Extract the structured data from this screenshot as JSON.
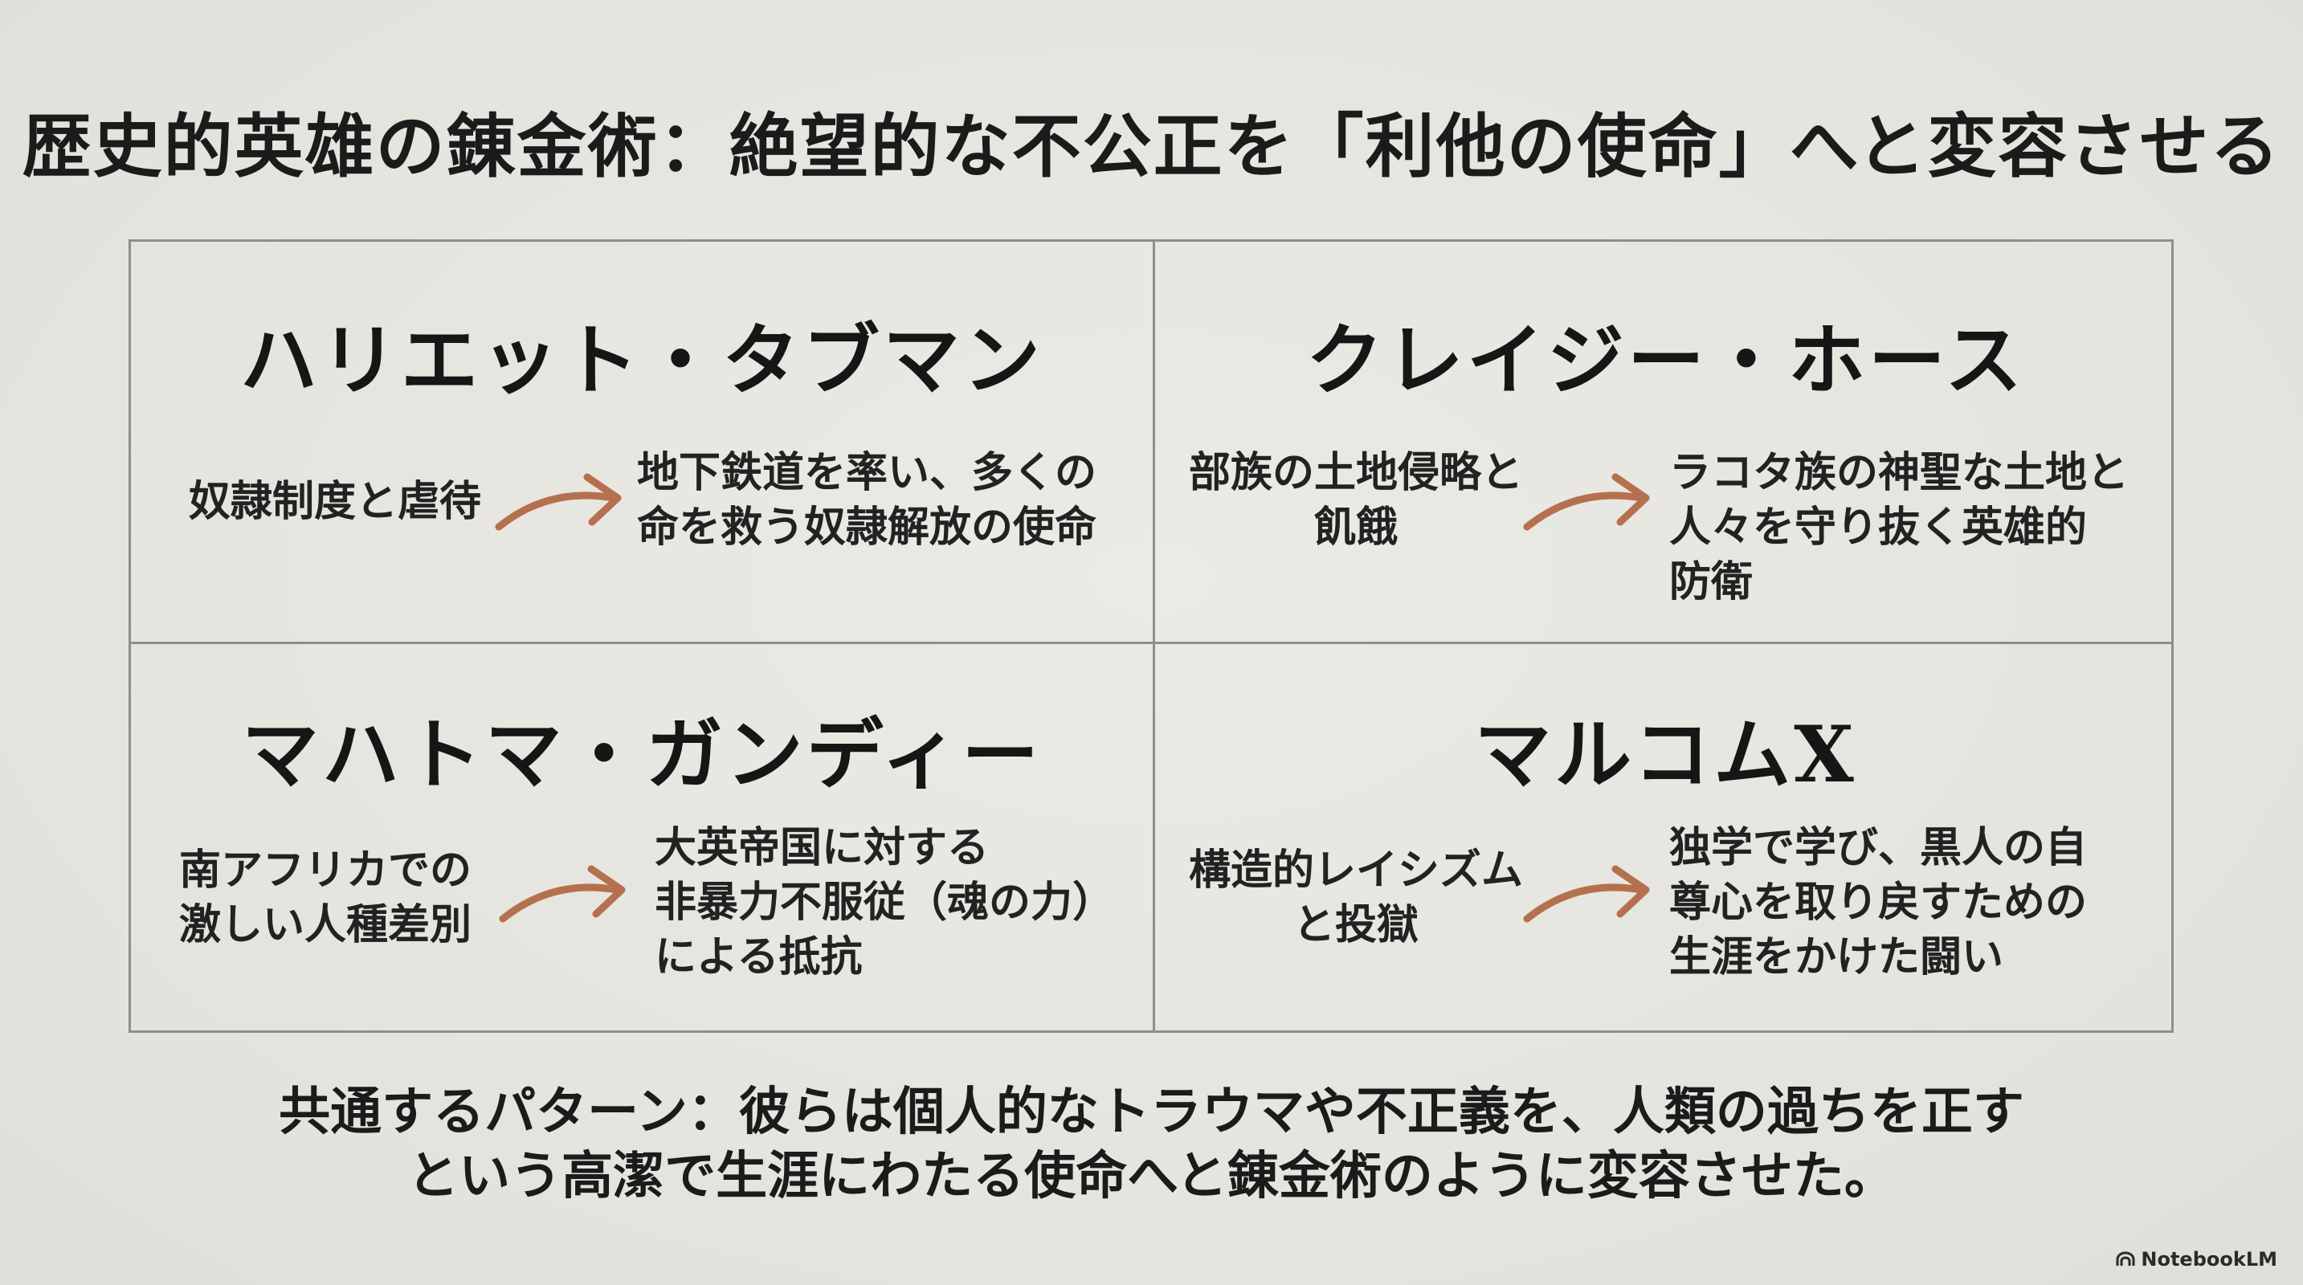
{
  "title": "歴史的英雄の錬金術：絶望的な不公正を「利他の使命」へと変容させる",
  "heroes": [
    {
      "name": "ハリエット・タブマン",
      "from_lines": [
        "奴隷制度と虐待"
      ],
      "to_lines": [
        "地下鉄道を率い、多くの",
        "命を救う奴隷解放の使命"
      ]
    },
    {
      "name": "クレイジー・ホース",
      "from_lines": [
        "部族の土地侵略と",
        "飢餓"
      ],
      "to_lines": [
        "ラコタ族の神聖な土地と",
        "人々を守り抜く英雄的",
        "防衛"
      ]
    },
    {
      "name": "マハトマ・ガンディー",
      "from_lines": [
        "南アフリカでの",
        "激しい人種差別"
      ],
      "to_lines": [
        "大英帝国に対する",
        "非暴力不服従（魂の力）",
        "による抵抗"
      ]
    },
    {
      "name": "マルコムX",
      "from_lines": [
        "構造的レイシズム",
        "と投獄"
      ],
      "to_lines": [
        "独学で学び、黒人の自",
        "尊心を取り戻すための",
        "生涯をかけた闘い"
      ]
    }
  ],
  "footer": {
    "line1": "共通するパターン：彼らは個人的なトラウマや不正義を、人類の過ちを正す",
    "line2": "という高潔で生涯にわたる使命へと錬金術のように変容させた。"
  },
  "brand": "NotebookLM",
  "colors": {
    "arrow": "#b5704e",
    "border": "#8e8e8a",
    "background": "#e6e5df"
  }
}
